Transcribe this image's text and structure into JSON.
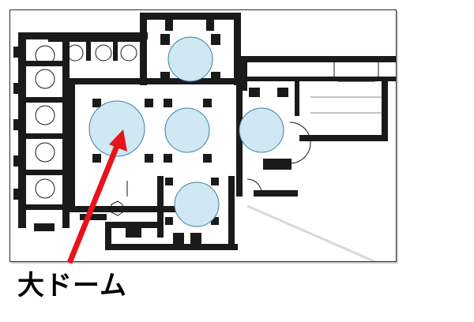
{
  "diagram": {
    "caption": "大ドーム",
    "colors": {
      "dome_fill": "#cfe8f3",
      "arrow": "#e8131a",
      "wall": "#1a1a1a",
      "frame": "#2a2a2a"
    },
    "domes": [
      {
        "id": "great-dome",
        "emphasis": "primary"
      },
      {
        "id": "north-dome"
      },
      {
        "id": "center-dome"
      },
      {
        "id": "east-dome"
      },
      {
        "id": "south-dome"
      }
    ],
    "arrow_target": "great-dome"
  }
}
